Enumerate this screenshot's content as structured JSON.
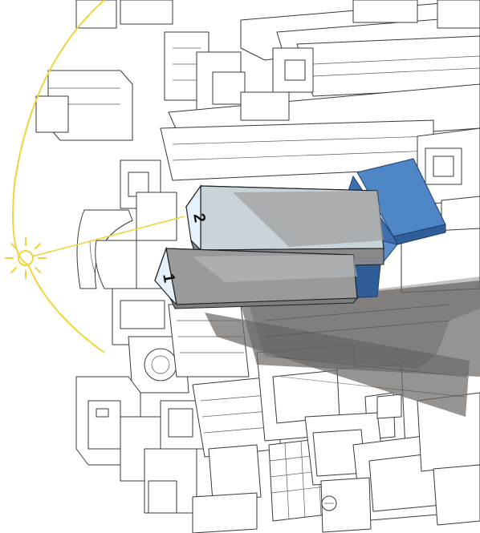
{
  "diagram": {
    "towers": [
      {
        "label": "1",
        "name": "tower-1"
      },
      {
        "label": "2",
        "name": "tower-2"
      }
    ],
    "colors": {
      "sun_path": "#f2d33a",
      "tower_top": "#e6f2fb",
      "tower_side_light": "#c9d3da",
      "tower_side_dark": "#8a8a8a",
      "shadow": "#6e6a67",
      "blue_podium": "#4f86c6",
      "blue_podium_dark": "#2f5d97",
      "context_stroke": "#3a3a3a"
    },
    "icons": {
      "sun": "sun-icon"
    }
  }
}
